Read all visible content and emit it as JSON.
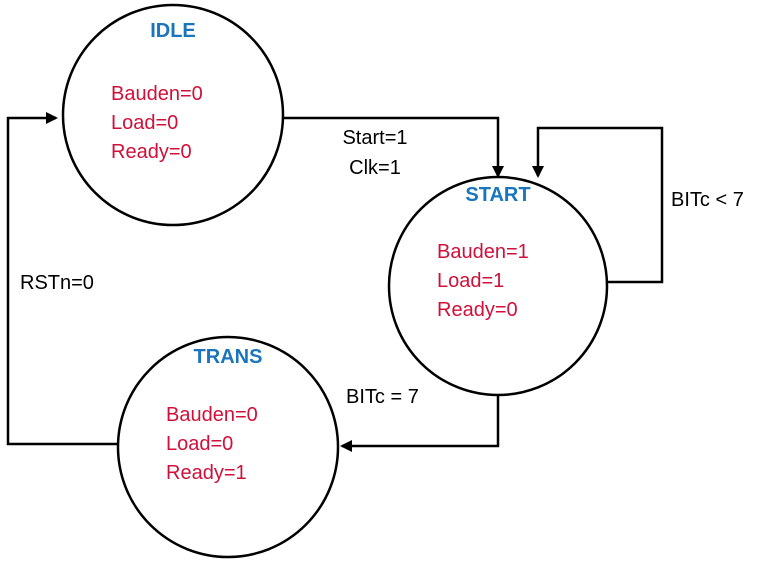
{
  "colors": {
    "state_name": "#1a75bc",
    "state_var": "#d0103a",
    "line": "#000000",
    "label": "#000000"
  },
  "states": {
    "idle": {
      "name": "IDLE",
      "vars": [
        "Bauden=0",
        "Load=0",
        "Ready=0"
      ]
    },
    "start": {
      "name": "START",
      "vars": [
        "Bauden=1",
        "Load=1",
        "Ready=0"
      ]
    },
    "trans": {
      "name": "TRANS",
      "vars": [
        "Bauden=0",
        "Load=0",
        "Ready=1"
      ]
    }
  },
  "transitions": {
    "idle_to_start": [
      "Start=1",
      "Clk=1"
    ],
    "start_self": "BITc < 7",
    "start_to_trans": "BITc = 7",
    "trans_to_idle": "RSTn=0"
  }
}
